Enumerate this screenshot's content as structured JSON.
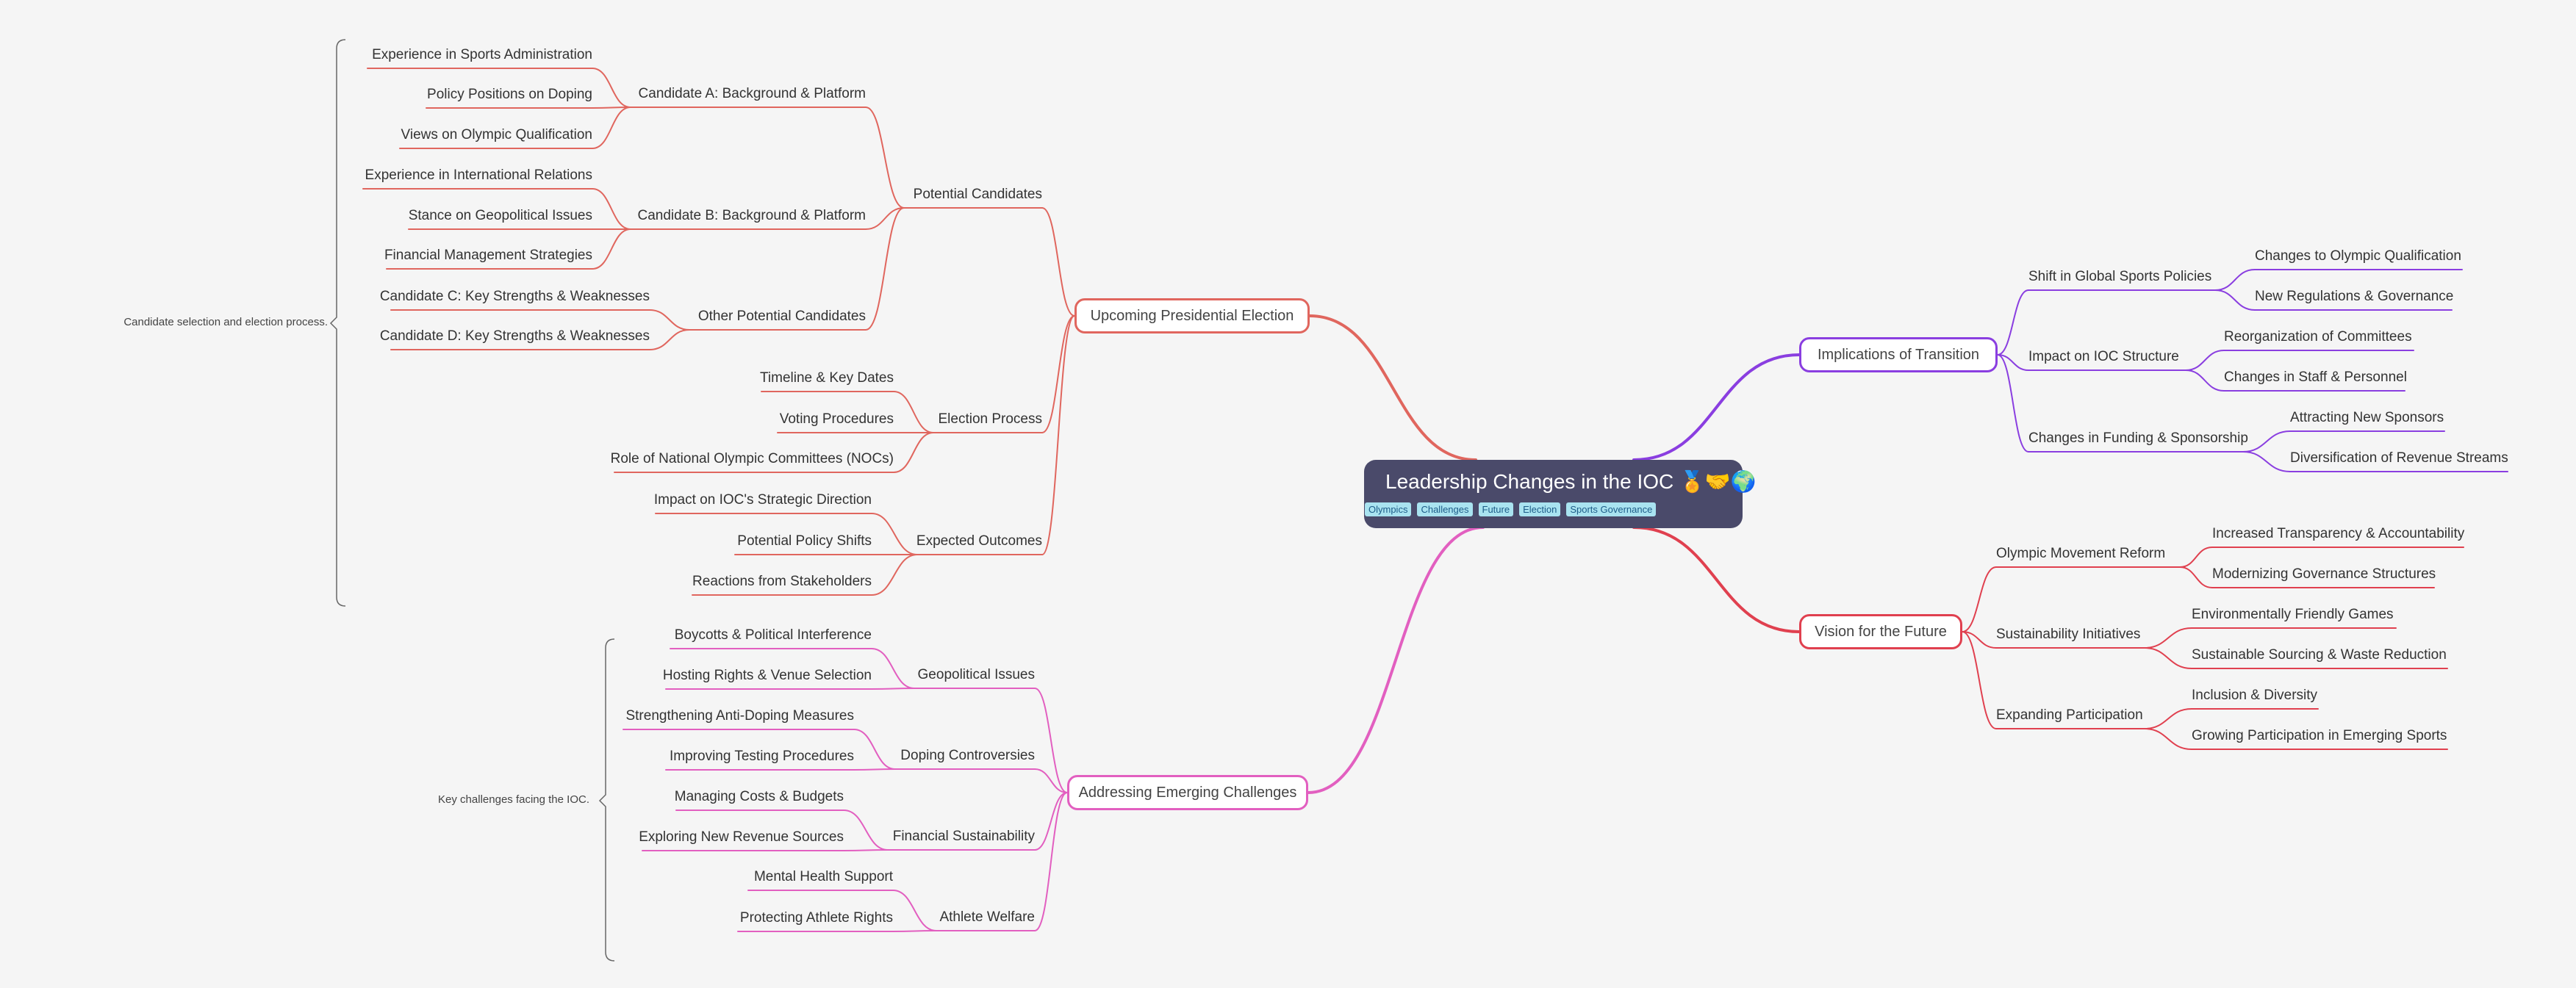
{
  "root": {
    "title": "Leadership Changes in the IOC 🏅🤝🌍",
    "tags": [
      "Olympics",
      "Challenges",
      "Future",
      "Election",
      "Sports Governance"
    ]
  },
  "colors": {
    "root_bg": "#4a4a6a",
    "tag_bg": "#a9e3f0",
    "branch_election": "#e0665e",
    "branch_challenges": "#e25fc0",
    "branch_transition": "#8a3ee0",
    "branch_vision": "#e0404f"
  },
  "branches": [
    {
      "id": "election",
      "label": "Upcoming Presidential Election",
      "color": "#e0665e",
      "children": [
        {
          "label": "Potential Candidates",
          "children": [
            {
              "label": "Candidate A: Background & Platform",
              "children": [
                {
                  "label": "Experience in Sports Administration"
                },
                {
                  "label": "Policy Positions on Doping"
                },
                {
                  "label": "Views on Olympic Qualification"
                }
              ]
            },
            {
              "label": "Candidate B: Background & Platform",
              "children": [
                {
                  "label": "Experience in International Relations"
                },
                {
                  "label": "Stance on Geopolitical Issues"
                },
                {
                  "label": "Financial Management Strategies"
                }
              ]
            },
            {
              "label": "Other Potential Candidates",
              "children": [
                {
                  "label": "Candidate C: Key Strengths & Weaknesses"
                },
                {
                  "label": "Candidate D: Key Strengths & Weaknesses"
                }
              ]
            }
          ]
        },
        {
          "label": "Election Process",
          "children": [
            {
              "label": "Timeline & Key Dates"
            },
            {
              "label": "Voting Procedures"
            },
            {
              "label": "Role of National Olympic Committees (NOCs)"
            }
          ]
        },
        {
          "label": "Expected Outcomes",
          "children": [
            {
              "label": "Impact on IOC's Strategic Direction"
            },
            {
              "label": "Potential Policy Shifts"
            },
            {
              "label": "Reactions from Stakeholders"
            }
          ]
        }
      ]
    },
    {
      "id": "challenges",
      "label": "Addressing Emerging Challenges",
      "color": "#e25fc0",
      "children": [
        {
          "label": "Geopolitical Issues",
          "children": [
            {
              "label": "Boycotts & Political Interference"
            },
            {
              "label": "Hosting Rights & Venue Selection"
            }
          ]
        },
        {
          "label": "Doping Controversies",
          "children": [
            {
              "label": "Strengthening Anti-Doping Measures"
            },
            {
              "label": "Improving Testing Procedures"
            }
          ]
        },
        {
          "label": "Financial Sustainability",
          "children": [
            {
              "label": "Managing Costs & Budgets"
            },
            {
              "label": "Exploring New Revenue Sources"
            }
          ]
        },
        {
          "label": "Athlete Welfare",
          "children": [
            {
              "label": "Mental Health Support"
            },
            {
              "label": "Protecting Athlete Rights"
            }
          ]
        }
      ]
    },
    {
      "id": "transition",
      "label": "Implications of Transition",
      "color": "#8a3ee0",
      "children": [
        {
          "label": "Shift in Global Sports Policies",
          "children": [
            {
              "label": "Changes to Olympic Qualification"
            },
            {
              "label": "New Regulations & Governance"
            }
          ]
        },
        {
          "label": "Impact on IOC Structure",
          "children": [
            {
              "label": "Reorganization of Committees"
            },
            {
              "label": "Changes in Staff & Personnel"
            }
          ]
        },
        {
          "label": "Changes in Funding & Sponsorship",
          "children": [
            {
              "label": "Attracting New Sponsors"
            },
            {
              "label": "Diversification of Revenue Streams"
            }
          ]
        }
      ]
    },
    {
      "id": "vision",
      "label": "Vision for the Future",
      "color": "#e0404f",
      "children": [
        {
          "label": "Olympic Movement Reform",
          "children": [
            {
              "label": "Increased Transparency & Accountability"
            },
            {
              "label": "Modernizing Governance Structures"
            }
          ]
        },
        {
          "label": "Sustainability Initiatives",
          "children": [
            {
              "label": "Environmentally Friendly Games"
            },
            {
              "label": "Sustainable Sourcing & Waste Reduction"
            }
          ]
        },
        {
          "label": "Expanding Participation",
          "children": [
            {
              "label": "Inclusion & Diversity"
            },
            {
              "label": "Growing Participation in Emerging Sports"
            }
          ]
        }
      ]
    }
  ],
  "summaries": [
    {
      "branch": "election",
      "label": "Candidate selection and election process."
    },
    {
      "branch": "challenges",
      "label": "Key challenges facing the IOC."
    }
  ]
}
